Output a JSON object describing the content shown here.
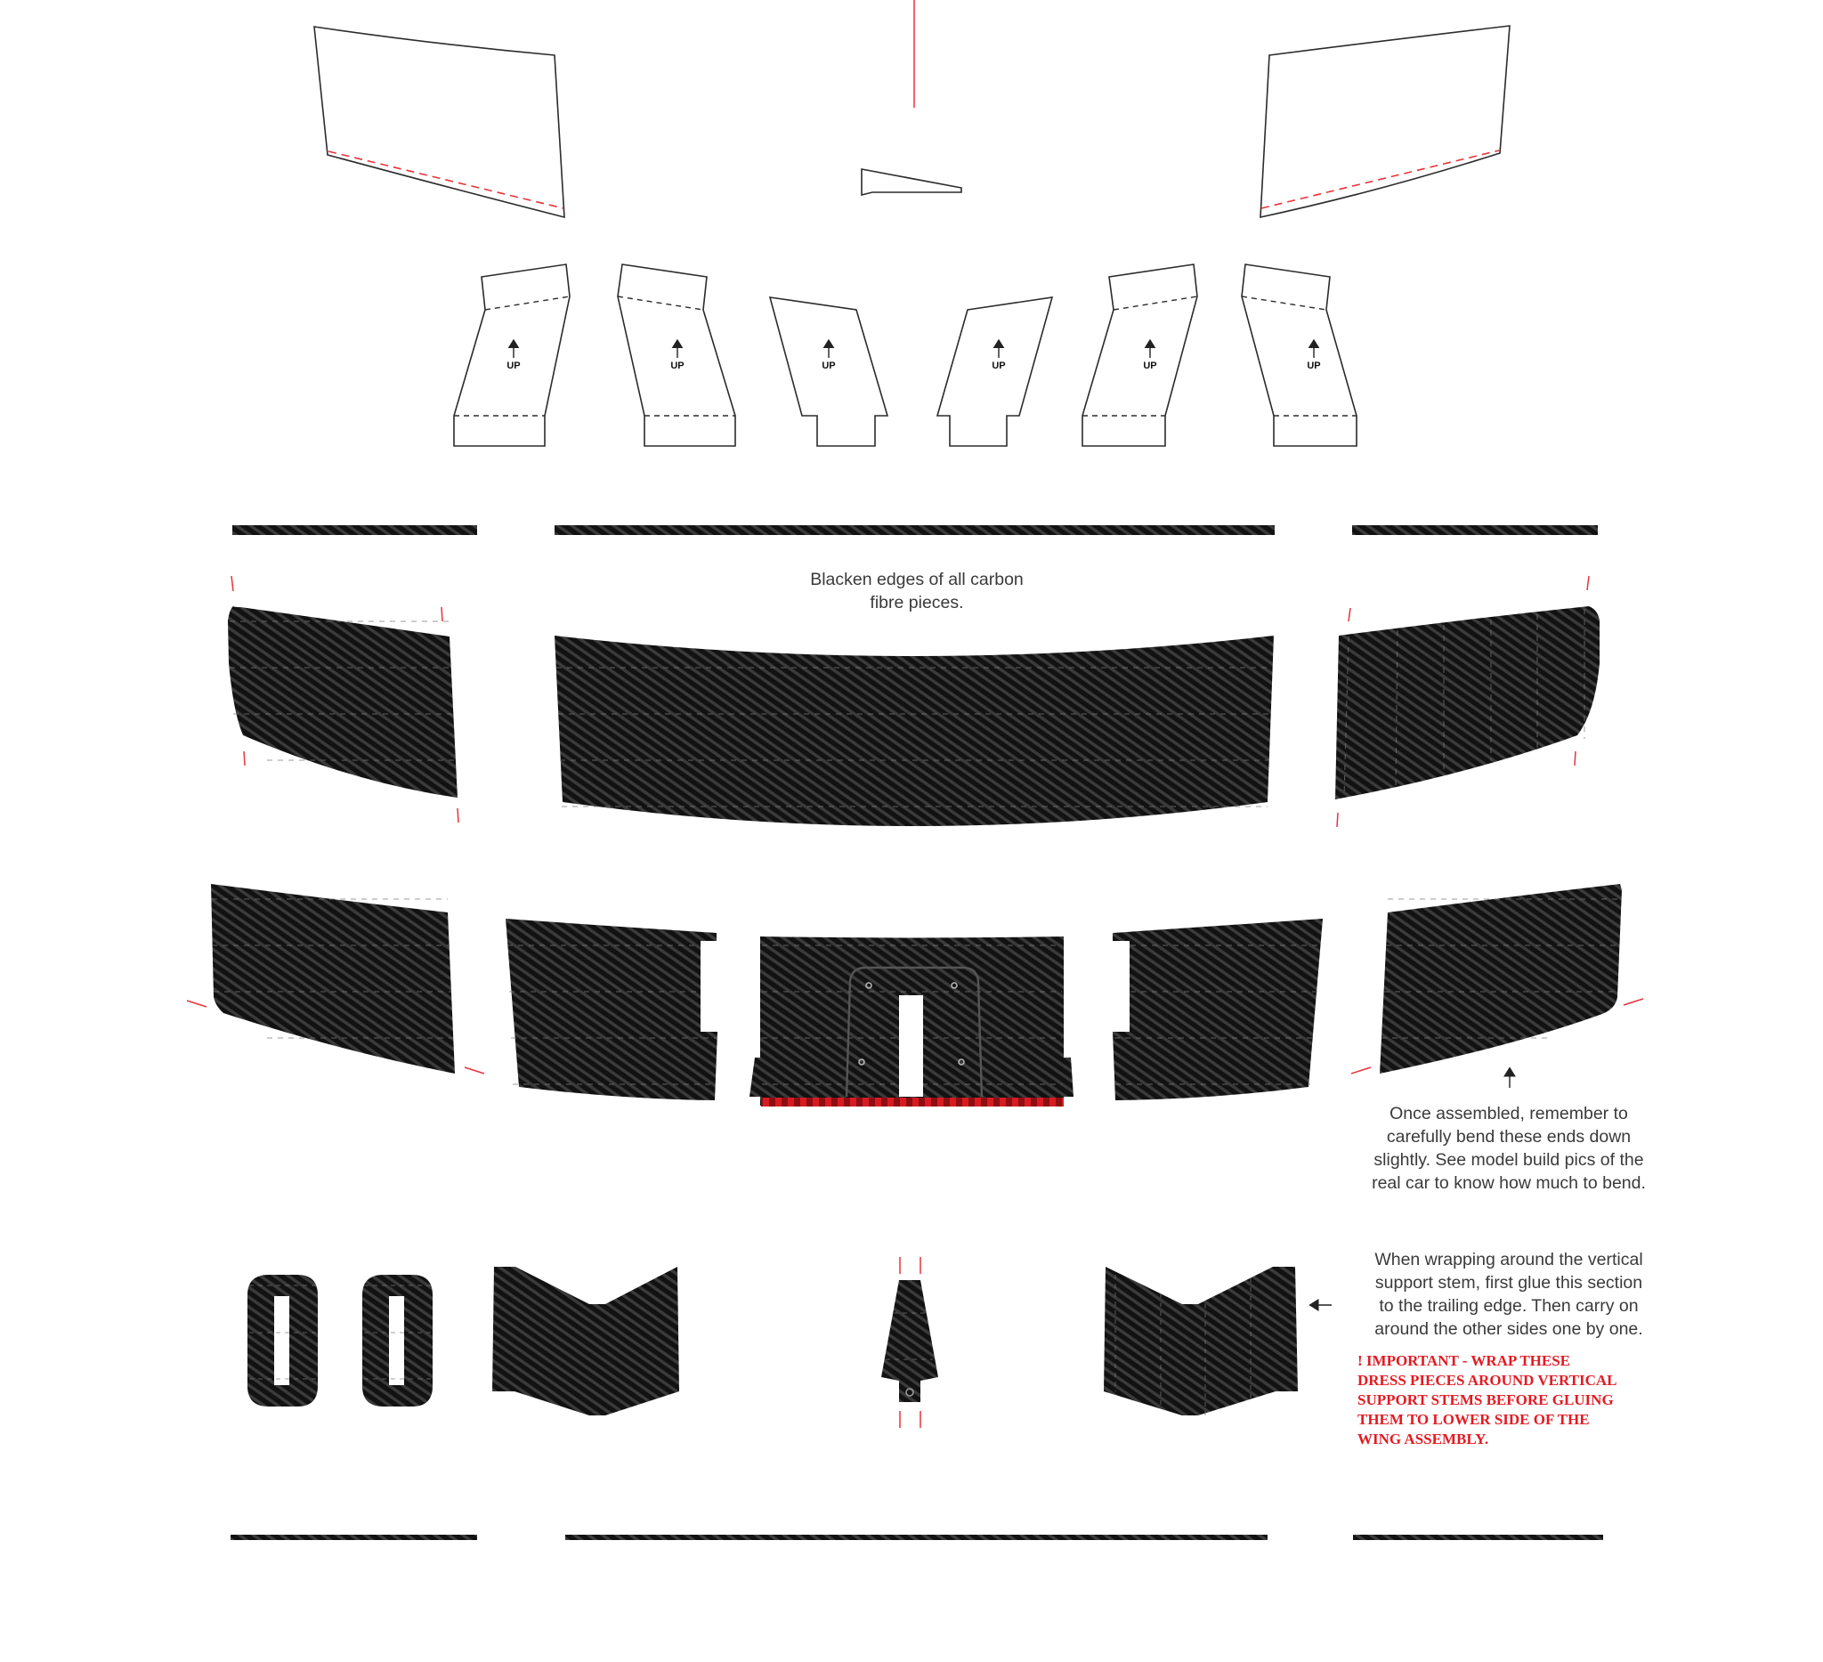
{
  "template": {
    "type": "papercraft-cut-sheet",
    "subject": "rear wing assembly",
    "colors": {
      "outline": "#2b2b2b",
      "cut_mark": "#e8333a",
      "carbon_dark": "#111111",
      "carbon_light": "#3c3c3c",
      "fold_line": "#8a8a8a",
      "accent_red": "#c0141c",
      "note_text": "#3a3a3a",
      "warning_text": "#e31b23"
    }
  },
  "tabs": {
    "up_label": "UP",
    "count": 6
  },
  "notes": {
    "blacken": {
      "lines": [
        "Blacken edges of all carbon",
        "fibre pieces."
      ]
    },
    "bend": {
      "lines": [
        "Once assembled, remember to",
        "carefully bend these ends down",
        "slightly. See model build pics of the",
        "real car to know how much to bend."
      ]
    },
    "wrap": {
      "lines": [
        "When wrapping around the vertical",
        "support stem, first glue this section",
        "to the trailing edge. Then carry on",
        "around the other sides one by one."
      ]
    },
    "important": {
      "lines": [
        "! IMPORTANT - WRAP THESE",
        "DRESS PIECES AROUND VERTICAL",
        "SUPPORT STEMS BEFORE GLUING",
        "THEM TO LOWER SIDE OF THE",
        "WING ASSEMBLY."
      ]
    }
  }
}
